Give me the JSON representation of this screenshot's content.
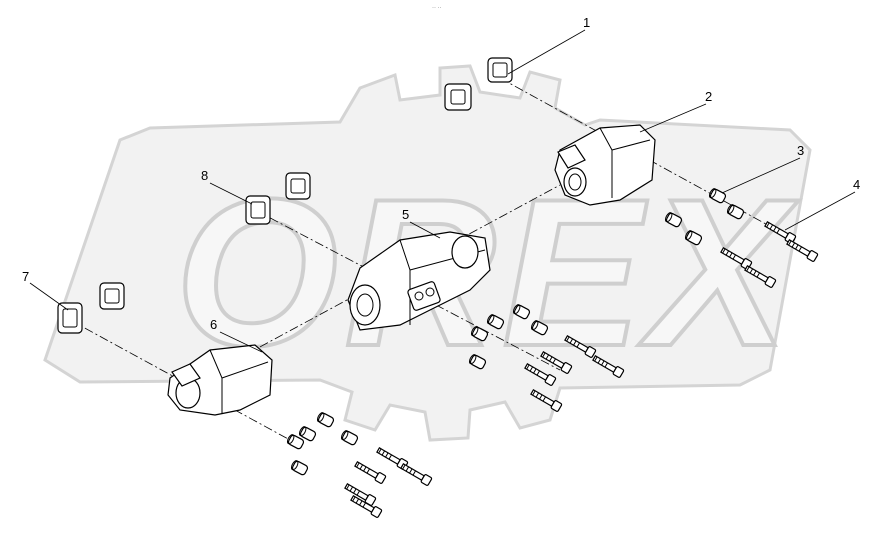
{
  "watermark": {
    "text": "OREX",
    "color": "#d9d9d9"
  },
  "callouts": [
    {
      "number": "1",
      "part": "gasket"
    },
    {
      "number": "2",
      "part": "exhaust-manifold-rear"
    },
    {
      "number": "3",
      "part": "spacer-sleeve"
    },
    {
      "number": "4",
      "part": "bolt"
    },
    {
      "number": "5",
      "part": "exhaust-manifold-center"
    },
    {
      "number": "6",
      "part": "exhaust-manifold-front"
    },
    {
      "number": "7",
      "part": "gasket"
    },
    {
      "number": "8",
      "part": "gasket"
    }
  ],
  "colors": {
    "line": "#000000",
    "background": "#ffffff"
  }
}
